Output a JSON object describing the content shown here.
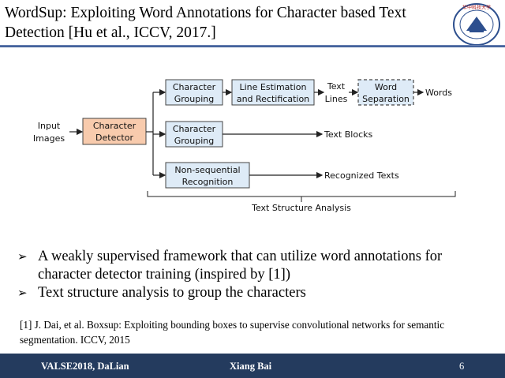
{
  "slide": {
    "title": "WordSup: Exploiting Word Annotations for Character based Text Detection [Hu et al., ICCV, 2017.]",
    "logo_text": "华中科技大学"
  },
  "diagram": {
    "input": [
      "Input",
      "Images"
    ],
    "detector": [
      "Character",
      "Detector"
    ],
    "grouping1": [
      "Character",
      "Grouping"
    ],
    "line_est": [
      "Line Estimation",
      "and Rectification"
    ],
    "text_lines": [
      "Text",
      "Lines"
    ],
    "word_sep": [
      "Word",
      "Separation"
    ],
    "words": "Words",
    "grouping2": [
      "Character",
      "Grouping"
    ],
    "text_blocks": "Text Blocks",
    "nonseq": [
      "Non-sequential",
      "Recognition"
    ],
    "recognized": "Recognized Texts",
    "brace_label": "Text Structure Analysis"
  },
  "bullets": [
    "A weakly supervised framework that can utilize word annotations for character detector training (inspired by [1])",
    "Text structure analysis to group the characters"
  ],
  "reference": "[1] J. Dai, et al. Boxsup: Exploiting bounding boxes to supervise convolutional networks for semantic segmentation.  ICCV, 2015",
  "footer": {
    "venue": "VALSE2018, DaLian",
    "author": "Xiang Bai",
    "page": "6"
  }
}
